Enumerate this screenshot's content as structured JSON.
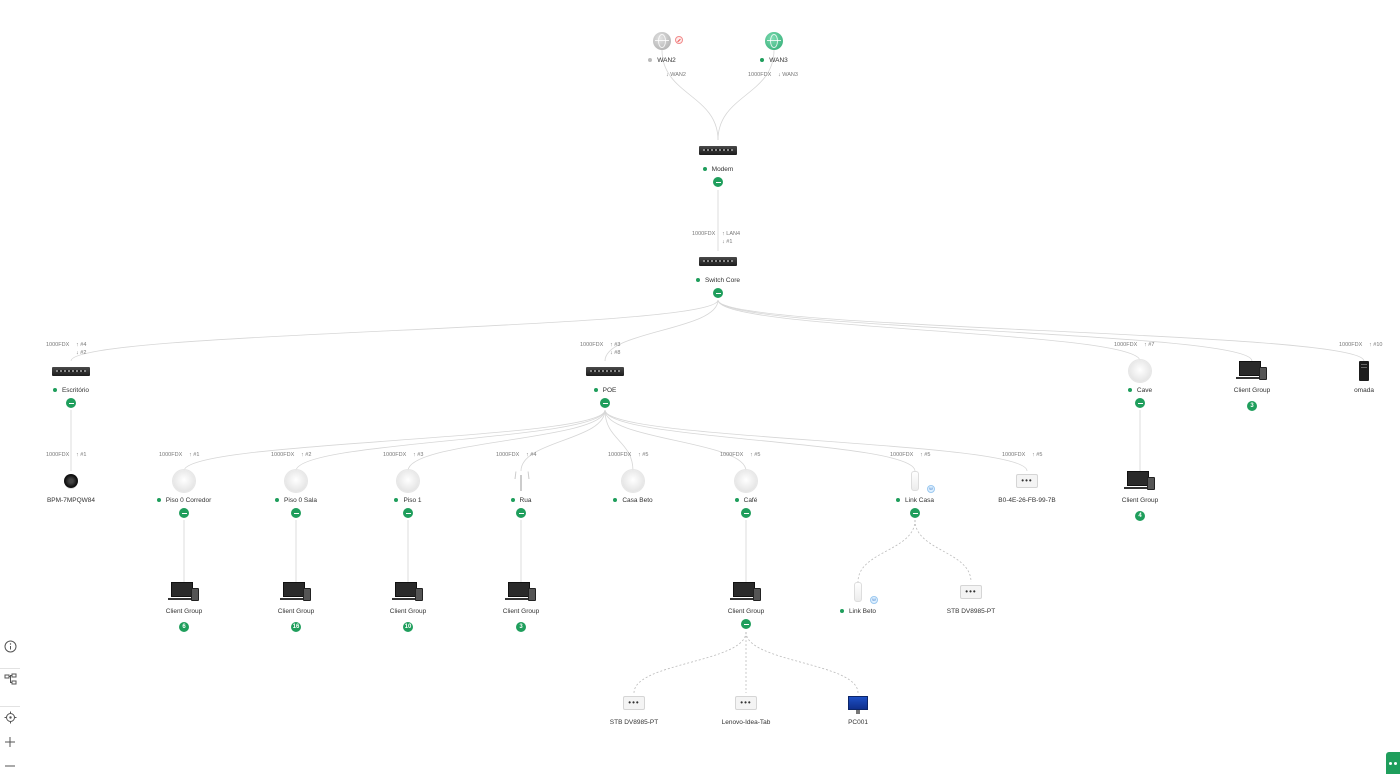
{
  "wan": [
    {
      "id": "wan2",
      "label": "WAN2",
      "port": "↓ WAN2",
      "speed": "",
      "status": "disconnected"
    },
    {
      "id": "wan3",
      "label": "WAN3",
      "port": "↓ WAN3",
      "speed": "1000FDX",
      "status": "connected"
    }
  ],
  "devices": {
    "modem": {
      "label": "Modem",
      "uplink_speed": "",
      "uplink_port": ""
    },
    "switch_core": {
      "label": "Switch Core",
      "uplink_speed": "1000FDX",
      "uplink_port": "↑ LAN4",
      "downlink_port": "↓ #1"
    },
    "escritorio": {
      "label": "Escritório",
      "uplink_speed": "1000FDX",
      "uplink_port": "↑ #4",
      "downlink_port": "↓ #2"
    },
    "poe": {
      "label": "POE",
      "uplink_speed": "1000FDX",
      "uplink_port": "↑ #3",
      "downlink_port": "↓ #8"
    },
    "cave": {
      "label": "Cave",
      "uplink_speed": "1000FDX",
      "uplink_port": "↑ #7"
    },
    "cg_core": {
      "label": "Client Group",
      "count": "3"
    },
    "omada": {
      "label": "omada",
      "uplink_speed": "1000FDX",
      "uplink_port": "↑ #10"
    },
    "bpm": {
      "label": "BPM-7MPQW84",
      "uplink_speed": "1000FDX",
      "uplink_port": "↑ #1"
    },
    "piso0c": {
      "label": "Piso 0 Corredor",
      "uplink_speed": "1000FDX",
      "uplink_port": "↑ #1"
    },
    "piso0s": {
      "label": "Piso 0 Sala",
      "uplink_speed": "1000FDX",
      "uplink_port": "↑ #2"
    },
    "piso1": {
      "label": "Piso 1",
      "uplink_speed": "1000FDX",
      "uplink_port": "↑ #3"
    },
    "rua": {
      "label": "Rua",
      "uplink_speed": "1000FDX",
      "uplink_port": "↑ #4"
    },
    "casabeto": {
      "label": "Casa Beto",
      "uplink_speed": "1000FDX",
      "uplink_port": "↑ #5"
    },
    "cafe": {
      "label": "Café",
      "uplink_speed": "1000FDX",
      "uplink_port": "↑ #5"
    },
    "linkcasa": {
      "label": "Link Casa",
      "uplink_speed": "1000FDX",
      "uplink_port": "↑ #5"
    },
    "b0": {
      "label": "B0-4E-26-FB-99-7B",
      "uplink_speed": "1000FDX",
      "uplink_port": "↑ #5"
    },
    "cg_cave": {
      "label": "Client Group",
      "count": "4"
    },
    "cg_p0c": {
      "label": "Client Group",
      "count": "6"
    },
    "cg_p0s": {
      "label": "Client Group",
      "count": "16"
    },
    "cg_p1": {
      "label": "Client Group",
      "count": "10"
    },
    "cg_rua": {
      "label": "Client Group",
      "count": "3"
    },
    "cg_cafe": {
      "label": "Client Group"
    },
    "linkbeto": {
      "label": "Link Beto"
    },
    "stb1": {
      "label": "STB DV8985-PT"
    },
    "stb2": {
      "label": "STB DV8985-PT"
    },
    "lenovo": {
      "label": "Lenovo-Idea-Tab"
    },
    "pc001": {
      "label": "PC001"
    }
  },
  "sidebar": [
    "info-icon",
    "topology-icon",
    "locate-icon",
    "zoom-in-icon",
    "zoom-out-icon"
  ],
  "colors": {
    "accent": "#1f9e5c",
    "link": "#d6d6d6",
    "wireless": "#bbbbbb"
  }
}
